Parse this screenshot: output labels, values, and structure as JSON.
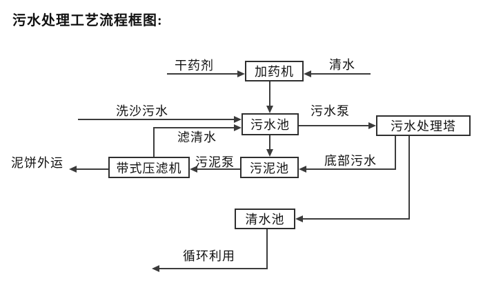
{
  "title": "污水处理工艺流程框图:",
  "nodes": {
    "dosing_machine": {
      "label": "加药机"
    },
    "sewage_pool": {
      "label": "污水池"
    },
    "treatment_tower": {
      "label": "污水处理塔"
    },
    "sludge_pool": {
      "label": "污泥池"
    },
    "belt_filter_press": {
      "label": "带式压滤机"
    },
    "clean_water_pool": {
      "label": "清水池"
    }
  },
  "flow_labels": {
    "dry_chemical": "干药剂",
    "clean_water_in": "清水",
    "sand_washing_sewage": "洗沙污水",
    "filtered_water": "滤清水",
    "sewage_pump": "污水泵",
    "sludge_pump": "污泥泵",
    "bottom_sewage": "底部污水",
    "mud_cake_out": "泥饼外运",
    "recycling": "循环利用"
  },
  "edges": [
    {
      "from": "干药剂",
      "to": "加药机",
      "label": "干药剂"
    },
    {
      "from": "清水",
      "to": "加药机",
      "label": "清水"
    },
    {
      "from": "加药机",
      "to": "污水池",
      "label": ""
    },
    {
      "from": "洗沙污水",
      "to": "污水池",
      "label": "洗沙污水"
    },
    {
      "from": "带式压滤机",
      "to": "污水池",
      "label": "滤清水"
    },
    {
      "from": "污水池",
      "to": "污水处理塔",
      "label": "污水泵"
    },
    {
      "from": "污水池",
      "to": "污泥池",
      "label": ""
    },
    {
      "from": "污泥池",
      "to": "带式压滤机",
      "label": "污泥泵"
    },
    {
      "from": "污水处理塔",
      "to": "污泥池",
      "label": "底部污水"
    },
    {
      "from": "带式压滤机",
      "to": "泥饼外运",
      "label": "泥饼外运"
    },
    {
      "from": "污水处理塔",
      "to": "清水池",
      "label": ""
    },
    {
      "from": "清水池",
      "to": "循环利用",
      "label": "循环利用"
    }
  ],
  "colors": {
    "background": "#ffffff",
    "line": "#3b3b3b",
    "box_border": "#2e2e2e",
    "text": "#111111"
  }
}
